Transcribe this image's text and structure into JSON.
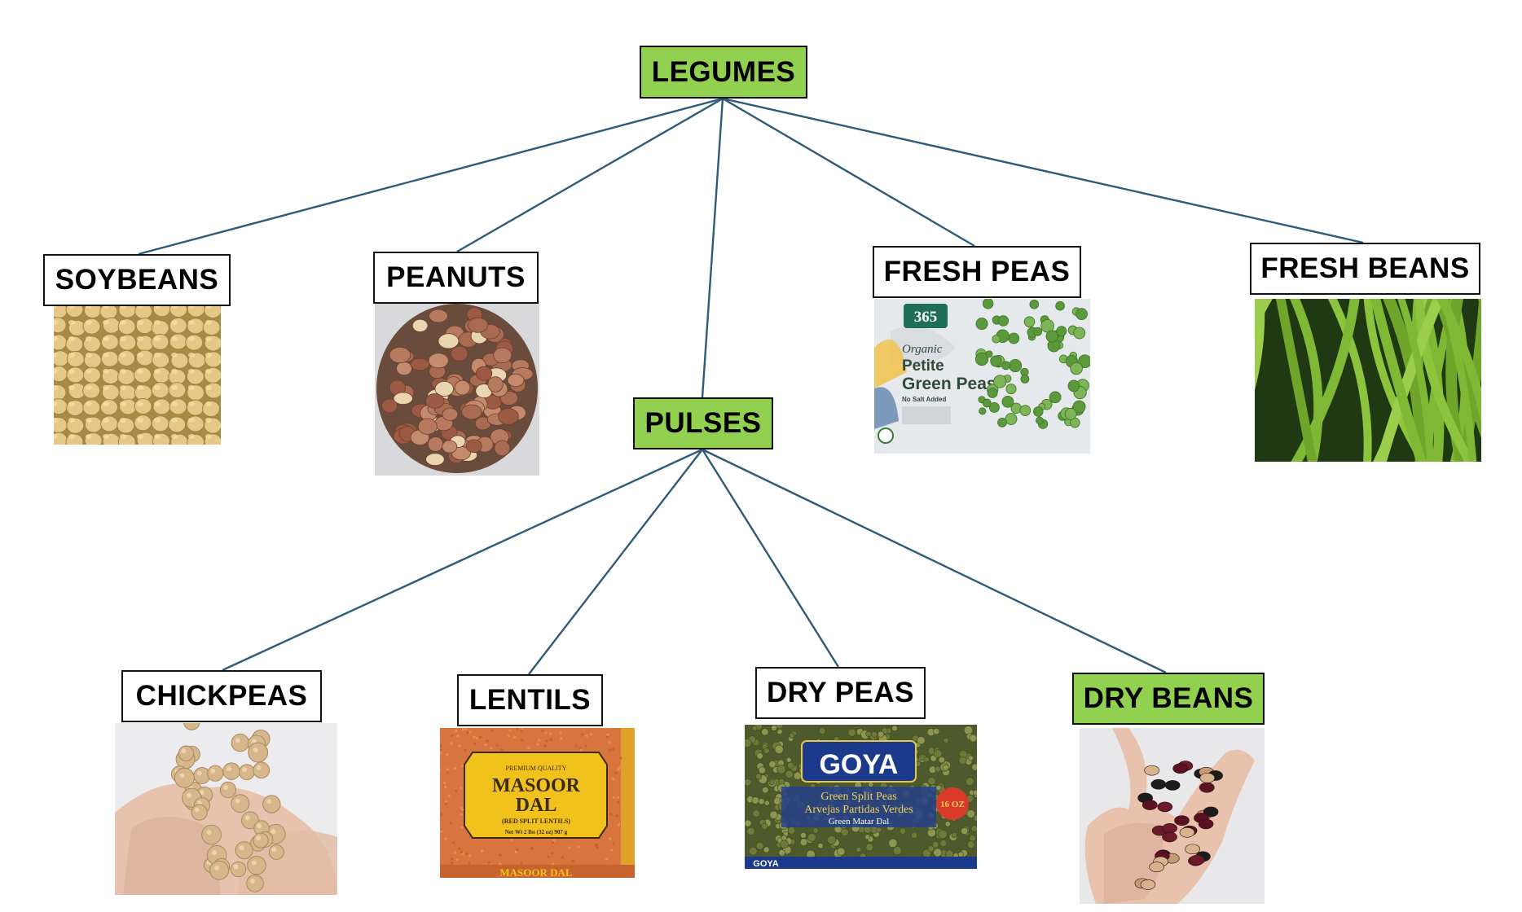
{
  "diagram": {
    "root": {
      "label": "LEGUMES",
      "color": "#92d050"
    },
    "children": [
      {
        "id": "soybeans",
        "label": "SOYBEANS"
      },
      {
        "id": "peanuts",
        "label": "PEANUTS"
      },
      {
        "id": "pulses",
        "label": "PULSES",
        "color": "#92d050"
      },
      {
        "id": "fresh_peas",
        "label": "FRESH PEAS"
      },
      {
        "id": "fresh_beans",
        "label": "FRESH BEANS"
      }
    ],
    "pulses_children": [
      {
        "id": "chickpeas",
        "label": "CHICKPEAS"
      },
      {
        "id": "lentils",
        "label": "LENTILS"
      },
      {
        "id": "dry_peas",
        "label": "DRY PEAS"
      },
      {
        "id": "dry_beans",
        "label": "DRY BEANS",
        "color": "#92d050"
      }
    ],
    "connector_color": "#2f5a78"
  },
  "photos": {
    "soybeans": {
      "icon": "soybeans-photo"
    },
    "peanuts": {
      "icon": "peanuts-photo"
    },
    "fresh_peas": {
      "icon": "frozen-peas-bag-photo",
      "brand": "365",
      "line1": "Organic",
      "line2": "Petite",
      "line3": "Green Peas",
      "line4": "No Salt Added"
    },
    "fresh_beans": {
      "icon": "green-beans-photo"
    },
    "chickpeas": {
      "icon": "chickpeas-in-hand-photo"
    },
    "lentils": {
      "icon": "masoor-dal-bag-photo",
      "tag": "PREMIUM QUALITY",
      "name1": "MASOOR",
      "name2": "DAL",
      "sub": "(RED SPLIT LENTILS)",
      "weight": "Net Wt 2 lbs (32 oz) 907 g",
      "footer": "MASOOR DAL"
    },
    "dry_peas": {
      "icon": "goya-split-peas-bag-photo",
      "brand": "GOYA",
      "line1": "Green Split Peas",
      "line2": "Arvejas Partidas Verdes",
      "line3": "Green Matar Dal",
      "badge": "16 OZ",
      "footer": "GOYA"
    },
    "dry_beans": {
      "icon": "dry-beans-in-hand-photo"
    }
  }
}
